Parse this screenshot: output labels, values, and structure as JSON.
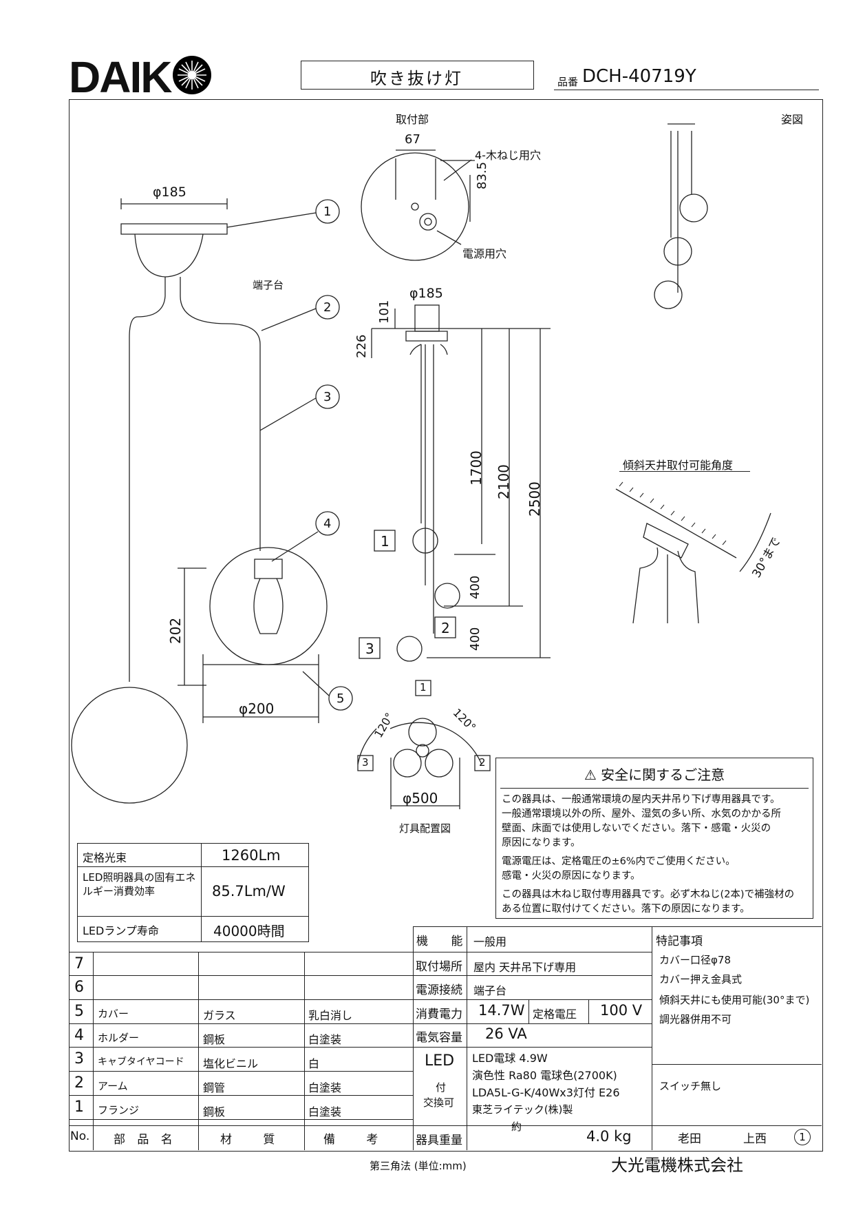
{
  "header": {
    "brand": "DAIK",
    "title": "吹き抜け灯",
    "part_label": "品番",
    "part_number": "DCH-40719Y"
  },
  "drawing": {
    "mounting_label": "取付部",
    "dim_67": "67",
    "screw_holes": "4-木ねじ用穴",
    "dim_83_5": "83.5",
    "power_hole": "電源用穴",
    "figure_label": "姿図",
    "dia_185_a": "φ185",
    "dia_185_b": "φ185",
    "terminal": "端子台",
    "dim_101": "101",
    "dim_226": "226",
    "dim_1700": "1700",
    "dim_2100": "2100",
    "dim_2500": "2500",
    "dim_400_a": "400",
    "dim_400_b": "400",
    "dim_202": "202",
    "dia_200": "φ200",
    "dia_500": "φ500",
    "slope_label": "傾斜天井取付可能角度",
    "slope_angle": "30°まで",
    "angle_a": "120°",
    "angle_b": "120°",
    "layout_label": "灯具配置図",
    "callouts": [
      "1",
      "2",
      "3",
      "4",
      "5"
    ],
    "box_labels": [
      "1",
      "2",
      "3"
    ],
    "layout_boxes": [
      "1",
      "2",
      "3"
    ]
  },
  "spec_table": [
    {
      "label": "定格光束",
      "value": "1260Lm"
    },
    {
      "label": "LED照明器具の固有エネルギー消費効率",
      "value": "85.7Lm/W"
    },
    {
      "label": "LEDランプ寿命",
      "value": "40000時間"
    }
  ],
  "safety": {
    "title": "安全に関するご注意",
    "items": [
      "この器具は、一般通常環境の屋内天井吊り下げ専用器具です。",
      "一般通常環境以外の所、屋外、湿気の多い所、水気のかかる所",
      "壁面、床面では使用しないでください。落下・感電・火災の",
      "原因になります。",
      "電源電圧は、定格電圧の±6%内でご使用ください。",
      "感電・火災の原因になります。",
      "この器具は木ねじ取付専用器具です。必ず木ねじ(2本)で補強材の",
      "ある位置に取付けてください。落下の原因になります。"
    ]
  },
  "parts": {
    "headers": [
      "No.",
      "部 品 名",
      "材 質",
      "備 考"
    ],
    "rows": [
      {
        "no": "7",
        "name": "",
        "material": "",
        "note": ""
      },
      {
        "no": "6",
        "name": "",
        "material": "",
        "note": ""
      },
      {
        "no": "5",
        "name": "カバー",
        "material": "ガラス",
        "note": "乳白消し"
      },
      {
        "no": "4",
        "name": "ホルダー",
        "material": "鋼板",
        "note": "白塗装"
      },
      {
        "no": "3",
        "name": "キャブタイヤコード",
        "material": "塩化ビニル",
        "note": "白"
      },
      {
        "no": "2",
        "name": "アーム",
        "material": "鋼管",
        "note": "白塗装"
      },
      {
        "no": "1",
        "name": "フランジ",
        "material": "鋼板",
        "note": "白塗装"
      }
    ]
  },
  "function_table": {
    "function_label": "機 能",
    "function_value": "一般用",
    "mount_label": "取付場所",
    "mount_value": "屋内 天井吊下げ専用",
    "power_label": "電源接続",
    "power_value": "端子台",
    "consumption_label": "消費電力",
    "consumption_value": "14.7W",
    "rated_voltage_label": "定格電圧",
    "rated_voltage_value": "100 V",
    "capacity_label": "電気容量",
    "capacity_value": "26 VA",
    "led_label": "LED",
    "led_sub1": "付",
    "led_sub2": "交換可",
    "led_line1": "LED電球 4.9W",
    "led_line2": "演色性 Ra80 電球色(2700K)",
    "led_line3": "LDA5L-G-K/40Wx3灯付 E26",
    "led_line4": "東芝ライテック(株)製",
    "weight_label": "器具重量",
    "weight_approx": "約",
    "weight_value": "4.0 kg"
  },
  "notes": {
    "title": "特記事項",
    "lines": [
      "カバー口径φ78",
      "カバー押え金具式",
      "傾斜天井にも使用可能(30°まで)",
      "調光器併用不可"
    ],
    "switch": "スイッチ無し",
    "drafter": "老田",
    "checker": "上西",
    "sheet": "1"
  },
  "footer": {
    "projection": "第三角法 (単位:mm)",
    "company": "大光電機株式会社"
  }
}
